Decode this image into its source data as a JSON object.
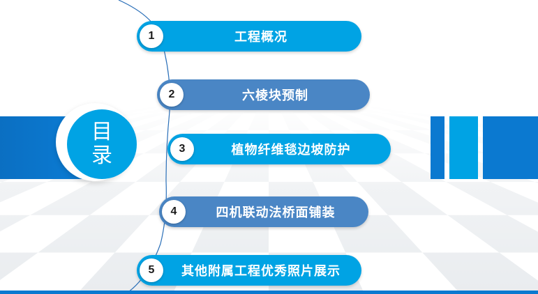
{
  "toc": {
    "title_line1": "目",
    "title_line2": "录"
  },
  "items": [
    {
      "number": "1",
      "label": "工程概况"
    },
    {
      "number": "2",
      "label": "六棱块预制"
    },
    {
      "number": "3",
      "label": "植物纤维毯边坡防护"
    },
    {
      "number": "4",
      "label": "四机联动法桥面铺装"
    },
    {
      "number": "5",
      "label": "其他附属工程优秀照片展示"
    }
  ],
  "colors": {
    "primary_blue": "#00a3e4",
    "steel_blue": "#4a86c5",
    "dark_blue": "#0b79d0",
    "floor_tile": "#e9ecef"
  }
}
